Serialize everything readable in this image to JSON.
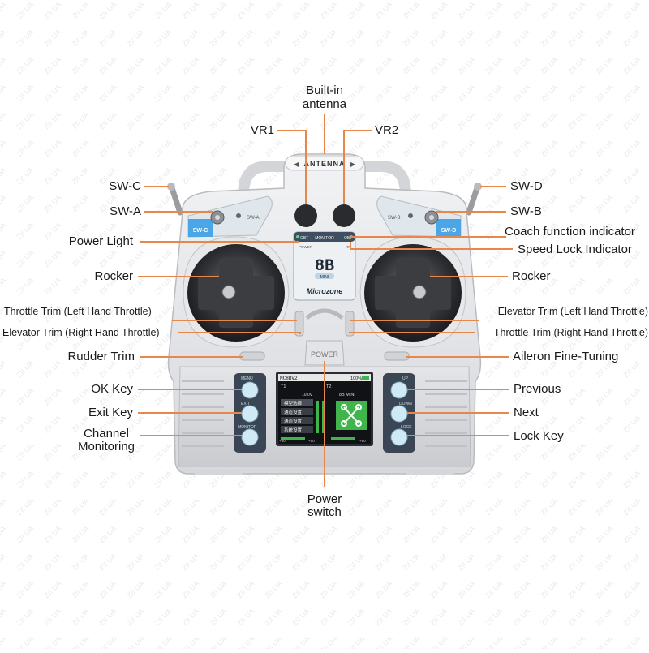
{
  "watermark": "ZII UA",
  "labels": {
    "antenna_line1": "Built-in",
    "antenna_line2": "antenna",
    "vr1": "VR1",
    "vr2": "VR2",
    "swc": "SW-C",
    "swa": "SW-A",
    "swd": "SW-D",
    "swb": "SW-B",
    "power_light": "Power Light",
    "coach_indicator": "Coach function indicator",
    "speed_lock": "Speed Lock Indicator",
    "rocker_left": "Rocker",
    "rocker_right": "Rocker",
    "throttle_trim_left": "Throttle Trim (Left Hand Throttle)",
    "elevator_trim_right": "Elevator Trim (Right Hand Throttle)",
    "elevator_trim_left": "Elevator Trim (Left Hand Throttle)",
    "throttle_trim_right": "Throttle Trim (Right Hand Throttle)",
    "rudder_trim": "Rudder Trim",
    "aileron": "Aileron Fine-Tuning",
    "ok_key": "OK Key",
    "exit_key": "Exit Key",
    "channel_line1": "Channel",
    "channel_line2": "Monitoring",
    "previous": "Previous",
    "next": "Next",
    "lock_key": "Lock Key",
    "power_line1": "Power",
    "power_line2": "switch"
  },
  "device": {
    "antenna_badge": "ANTENNA",
    "sw_c": "SW-C",
    "sw_a": "SW-A",
    "sw_b": "SW-B",
    "sw_d": "SW-D",
    "panel_top_left": "OBT",
    "panel_top_mid": "MONITOR",
    "panel_top_right": "OBT",
    "panel_power": "POWER",
    "panel_rf": "RF",
    "model": "8B",
    "model_sub": "MINI",
    "brand": "Microzone",
    "power_button": "POWER",
    "left_keys": [
      "MENU",
      "EXIT",
      "MONITOR"
    ],
    "right_keys": [
      "UP",
      "DOWN",
      "LOCK"
    ]
  },
  "screen": {
    "model_name": "MC8BV2",
    "battery": "100%",
    "t1": "T1",
    "t2": "T2",
    "voltage": "10.0V",
    "model_label": "8B MINI",
    "menu_items": [
      "模型选择",
      "通道设置",
      "通道设置",
      "系统设置"
    ],
    "value_left": "+50",
    "value_mid": "+50",
    "value_right": "+50"
  },
  "colors": {
    "leader": "#e8874a",
    "body": "#e5e6e8",
    "screen_bg": "#101216",
    "accent_green": "#3fb54c",
    "key_blue": "#cfe9f5",
    "badge_blue": "#1f6fc4"
  }
}
